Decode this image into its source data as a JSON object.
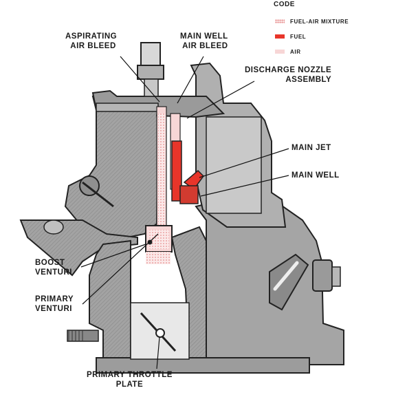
{
  "legend": {
    "title": "CODE",
    "items": [
      {
        "label": "FUEL-AIR MIXTURE",
        "color": "#f4b8b8",
        "pattern": "dotted"
      },
      {
        "label": "FUEL",
        "color": "#e8352a",
        "pattern": "solid"
      },
      {
        "label": "AIR",
        "color": "#f7d6d6",
        "pattern": "solid"
      }
    ]
  },
  "labels": {
    "aspirating_air_bleed": [
      "ASPIRATING",
      "AIR BLEED"
    ],
    "main_well_air_bleed": [
      "MAIN WELL",
      "AIR BLEED"
    ],
    "discharge_nozzle_assembly": [
      "DISCHARGE NOZZLE",
      "ASSEMBLY"
    ],
    "main_jet": "MAIN JET",
    "main_well": "MAIN WELL",
    "boost_venturi": [
      "BOOST",
      "VENTURI"
    ],
    "primary_venturi": [
      "PRIMARY",
      "VENTURI"
    ],
    "primary_throttle_plate": [
      "PRIMARY THROTTLE",
      "PLATE"
    ]
  },
  "colors": {
    "body": "#9a9a9a",
    "body_dark": "#6e6e6e",
    "fuel": "#e8352a",
    "air": "#f7d6d6",
    "mixture": "#f4b8b8",
    "line": "#222222"
  }
}
